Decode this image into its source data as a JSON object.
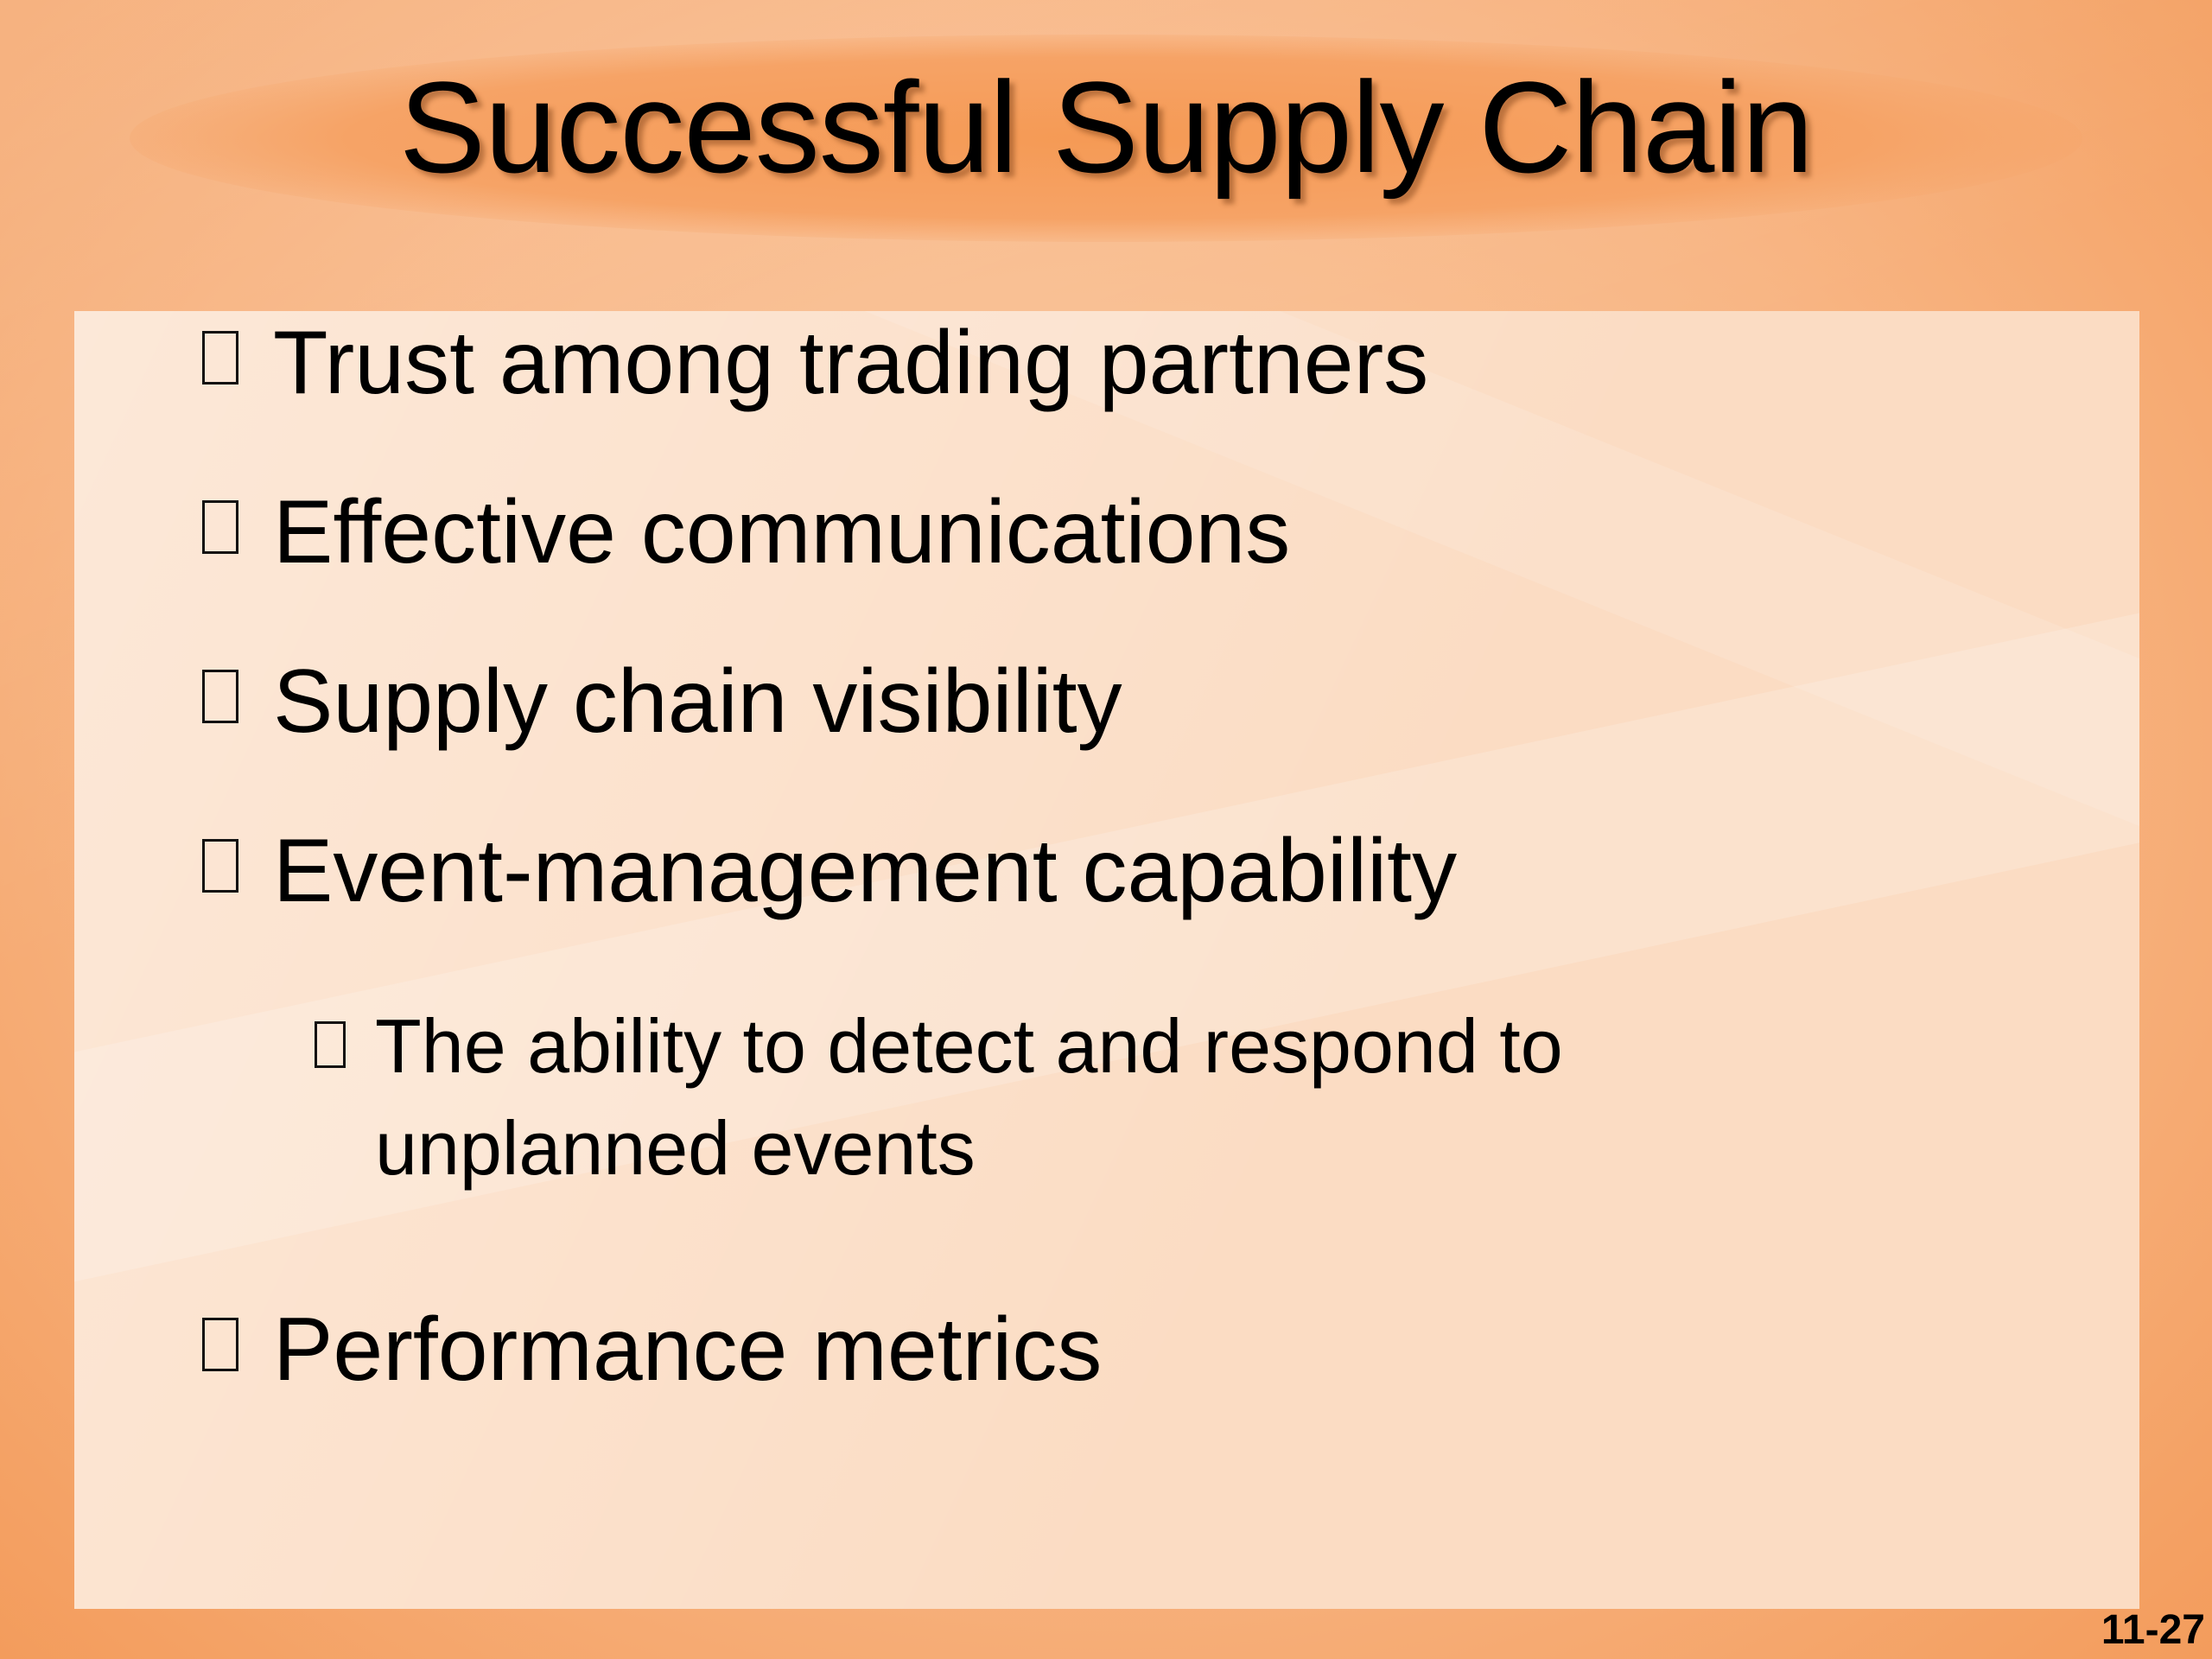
{
  "slide": {
    "title": "Successful Supply Chain",
    "bullets": [
      "Trust among trading partners",
      "Effective communications",
      "Supply chain visibility",
      "Event-management capability"
    ],
    "sub_bullet": "The ability to detect and respond to unplanned events",
    "last_bullet": "Performance metrics",
    "page_number": "11-27"
  },
  "colors": {
    "background": "#f6ae78",
    "content_box": "#fbdcc3",
    "title_glow": "#f59a55",
    "text": "#000000"
  }
}
